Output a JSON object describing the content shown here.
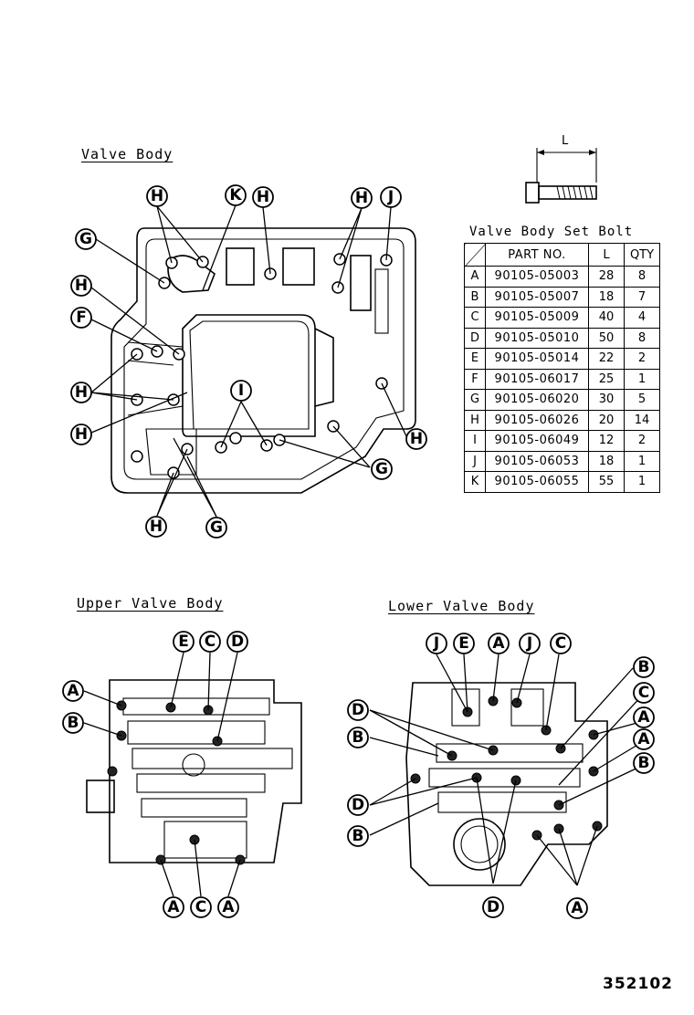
{
  "titles": {
    "valve_body": "Valve Body",
    "upper_valve_body": "Upper Valve Body",
    "lower_valve_body": "Lower Valve Body",
    "table_title": "Valve Body Set Bolt"
  },
  "bolt_dimension_label": "L",
  "table": {
    "headers": [
      "",
      "PART NO.",
      "L",
      "QTY"
    ],
    "rows": [
      {
        "key": "A",
        "part_no": "90105-05003",
        "length": "28",
        "qty": "8"
      },
      {
        "key": "B",
        "part_no": "90105-05007",
        "length": "18",
        "qty": "7"
      },
      {
        "key": "C",
        "part_no": "90105-05009",
        "length": "40",
        "qty": "4"
      },
      {
        "key": "D",
        "part_no": "90105-05010",
        "length": "50",
        "qty": "8"
      },
      {
        "key": "E",
        "part_no": "90105-05014",
        "length": "22",
        "qty": "2"
      },
      {
        "key": "F",
        "part_no": "90105-06017",
        "length": "25",
        "qty": "1"
      },
      {
        "key": "G",
        "part_no": "90105-06020",
        "length": "30",
        "qty": "5"
      },
      {
        "key": "H",
        "part_no": "90105-06026",
        "length": "20",
        "qty": "14"
      },
      {
        "key": "I",
        "part_no": "90105-06049",
        "length": "12",
        "qty": "2"
      },
      {
        "key": "J",
        "part_no": "90105-06053",
        "length": "18",
        "qty": "1"
      },
      {
        "key": "K",
        "part_no": "90105-06055",
        "length": "55",
        "qty": "1"
      }
    ]
  },
  "callouts": {
    "valve_body": [
      "H",
      "K",
      "H",
      "H",
      "J",
      "G",
      "H",
      "F",
      "H",
      "H",
      "I",
      "H",
      "G",
      "H",
      "G"
    ],
    "upper_valve_body": [
      "E",
      "C",
      "D",
      "A",
      "B",
      "A",
      "C",
      "A"
    ],
    "lower_valve_body": [
      "J",
      "E",
      "A",
      "J",
      "C",
      "B",
      "C",
      "A",
      "D",
      "B",
      "A",
      "B",
      "D",
      "B",
      "D",
      "A"
    ]
  },
  "figure_number": "352102"
}
